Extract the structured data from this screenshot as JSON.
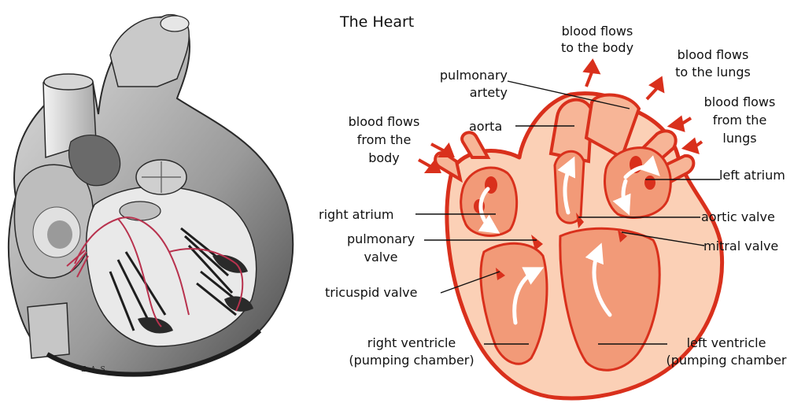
{
  "title": "The Heart",
  "signature": "E. A. S.",
  "labels": {
    "flow_body_top_1": "blood flows",
    "flow_body_top_2": "to the body",
    "flow_lungs_1": "blood flows",
    "flow_lungs_2": "to the lungs",
    "pulmonary_artery_1": "pulmonary",
    "pulmonary_artery_2": "artety",
    "aorta": "aorta",
    "from_lungs_1": "blood flows",
    "from_lungs_2": "from the",
    "from_lungs_3": "lungs",
    "from_body_1": "blood flows",
    "from_body_2": "from the",
    "from_body_3": "body",
    "left_atrium": "left atrium",
    "right_atrium": "right atrium",
    "aortic_valve": "aortic valve",
    "pulmonary_valve_1": "pulmonary",
    "pulmonary_valve_2": "valve",
    "mitral_valve": "mitral valve",
    "tricuspid_valve": "tricuspid valve",
    "right_ventricle_1": "right ventricle",
    "right_ventricle_2": "(pumping chamber)",
    "left_ventricle_1": "left ventricle",
    "left_ventricle_2": "(pumping chamber"
  },
  "colors": {
    "outline": "#d9301c",
    "muscle": "#fbd0b6",
    "chamber": "#f29a78",
    "arrow": "#d9301c",
    "engraving_dark": "#3a3a3a",
    "conduction": "#b8324e"
  }
}
